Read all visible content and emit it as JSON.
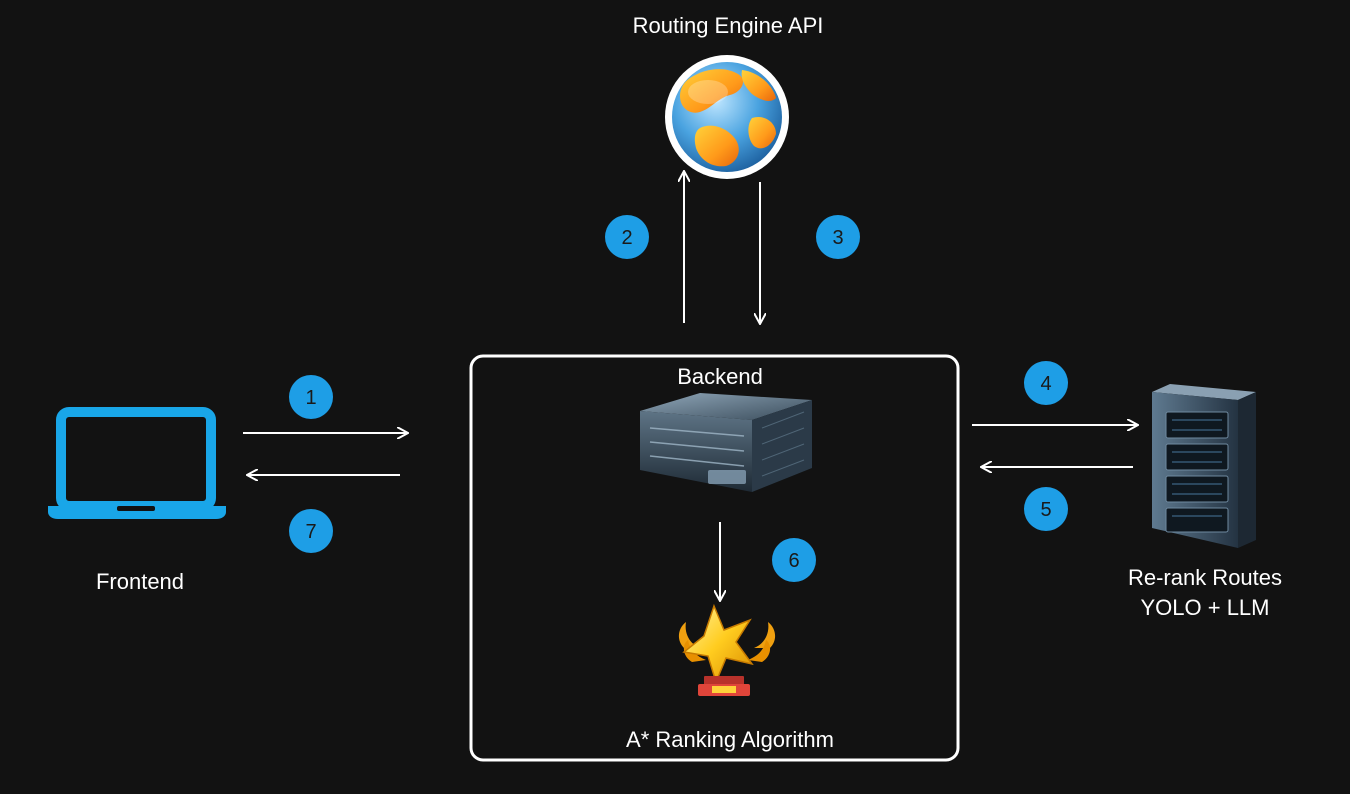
{
  "labels": {
    "routing_engine": "Routing Engine API",
    "backend": "Backend",
    "frontend": "Frontend",
    "rerank_line1": "Re-rank Routes",
    "rerank_line2": "YOLO + LLM",
    "ranking": "A* Ranking Algorithm"
  },
  "steps": [
    "1",
    "2",
    "3",
    "4",
    "5",
    "6",
    "7"
  ],
  "colors": {
    "background": "#121212",
    "badge": "#1e9ee6",
    "laptop": "#19a6e8",
    "arrow": "#ffffff",
    "box_border": "#ffffff"
  },
  "icons": {
    "routing_engine": "globe-icon",
    "backend": "server-rack-icon",
    "frontend": "laptop-icon",
    "rerank": "server-tower-icon",
    "ranking": "trophy-star-icon"
  }
}
